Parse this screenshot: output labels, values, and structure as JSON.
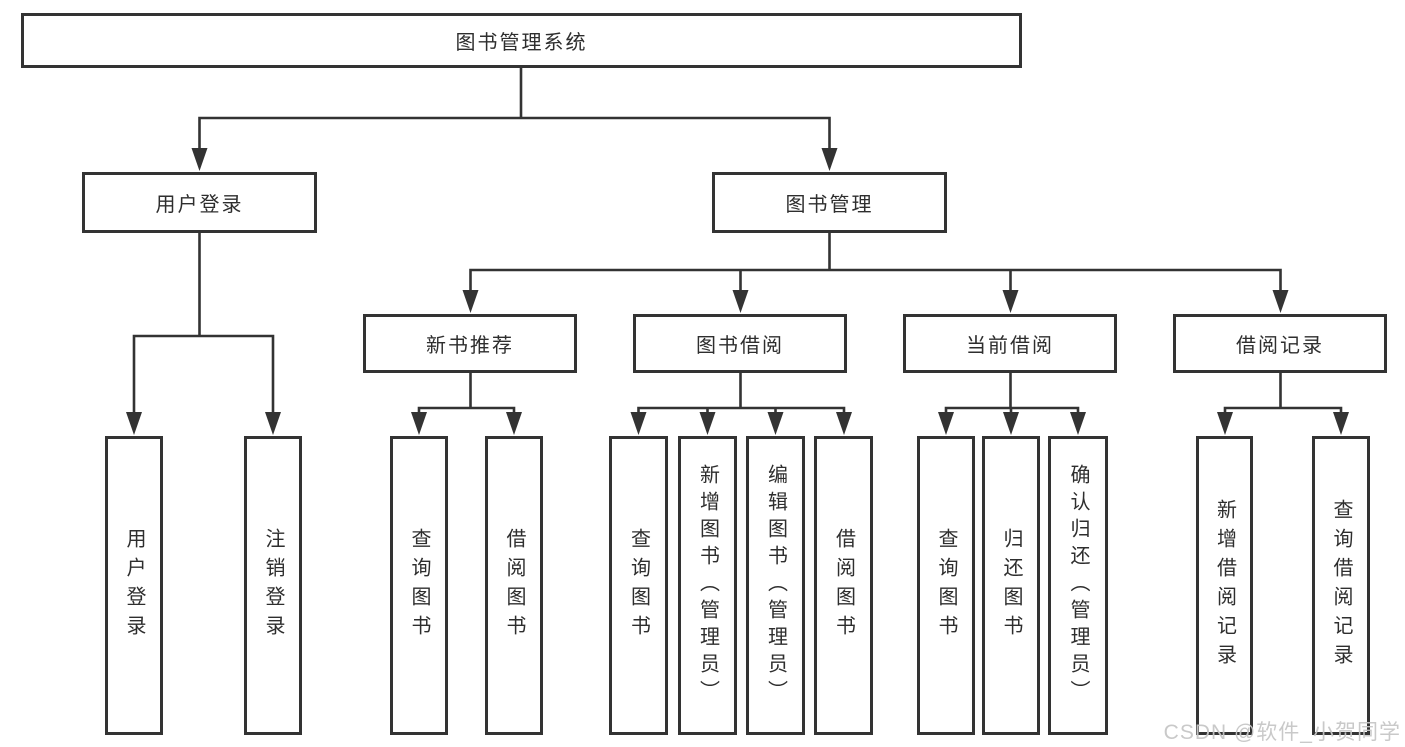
{
  "diagram": {
    "title": "图书管理系统",
    "type": "tree",
    "nodes": {
      "root": {
        "label": "图书管理系统",
        "level": 1
      },
      "user_login": {
        "label": "用户登录",
        "level": 2
      },
      "book_mgmt": {
        "label": "图书管理",
        "level": 2
      },
      "new_book_rec": {
        "label": "新书推荐",
        "level": 3
      },
      "book_borrow": {
        "label": "图书借阅",
        "level": 3
      },
      "current_borrow": {
        "label": "当前借阅",
        "level": 3
      },
      "borrow_records": {
        "label": "借阅记录",
        "level": 3
      },
      "login_do": {
        "label": "用户登录",
        "level": 4
      },
      "logout": {
        "label": "注销登录",
        "level": 4
      },
      "rec_query": {
        "label": "查询图书",
        "level": 4
      },
      "rec_borrow": {
        "label": "借阅图书",
        "level": 4
      },
      "bb_query": {
        "label": "查询图书",
        "level": 4
      },
      "bb_add": {
        "label": "新增图书（管理员）",
        "level": 4
      },
      "bb_edit": {
        "label": "编辑图书（管理员）",
        "level": 4
      },
      "bb_borrow": {
        "label": "借阅图书",
        "level": 4
      },
      "cb_query": {
        "label": "查询图书",
        "level": 4
      },
      "cb_return": {
        "label": "归还图书",
        "level": 4
      },
      "cb_confirm": {
        "label": "确认归还（管理员）",
        "level": 4
      },
      "br_add": {
        "label": "新增借阅记录",
        "level": 4
      },
      "br_query": {
        "label": "查询借阅记录",
        "level": 4
      }
    },
    "edges": [
      [
        "root",
        "user_login"
      ],
      [
        "root",
        "book_mgmt"
      ],
      [
        "user_login",
        "login_do"
      ],
      [
        "user_login",
        "logout"
      ],
      [
        "book_mgmt",
        "new_book_rec"
      ],
      [
        "book_mgmt",
        "book_borrow"
      ],
      [
        "book_mgmt",
        "current_borrow"
      ],
      [
        "book_mgmt",
        "borrow_records"
      ],
      [
        "new_book_rec",
        "rec_query"
      ],
      [
        "new_book_rec",
        "rec_borrow"
      ],
      [
        "book_borrow",
        "bb_query"
      ],
      [
        "book_borrow",
        "bb_add"
      ],
      [
        "book_borrow",
        "bb_edit"
      ],
      [
        "book_borrow",
        "bb_borrow"
      ],
      [
        "current_borrow",
        "cb_query"
      ],
      [
        "current_borrow",
        "cb_return"
      ],
      [
        "current_borrow",
        "cb_confirm"
      ],
      [
        "borrow_records",
        "br_add"
      ],
      [
        "borrow_records",
        "br_query"
      ]
    ],
    "colors": {
      "line": "#333333",
      "box_border": "#333333",
      "box_fill": "#ffffff",
      "text": "#2e2e2e",
      "background": "#ffffff",
      "watermark": "#c6c6c6"
    },
    "watermark": "CSDN @软件_小贺同学"
  }
}
